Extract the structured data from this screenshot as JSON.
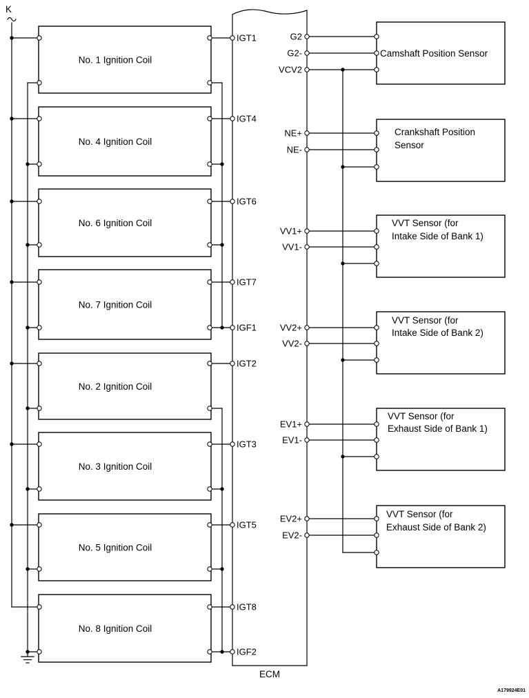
{
  "power_source": {
    "label": "K"
  },
  "ignition_coils": [
    {
      "name": "No. 1 Ignition Coil",
      "igt_pin": "IGT1"
    },
    {
      "name": "No. 4 Ignition Coil",
      "igt_pin": "IGT4"
    },
    {
      "name": "No. 6 Ignition Coil",
      "igt_pin": "IGT6"
    },
    {
      "name": "No. 7 Ignition Coil",
      "igt_pin": "IGT7"
    },
    {
      "name": "No. 2 Ignition Coil",
      "igt_pin": "IGT2"
    },
    {
      "name": "No. 3 Ignition Coil",
      "igt_pin": "IGT3"
    },
    {
      "name": "No. 5 Ignition Coil",
      "igt_pin": "IGT5"
    },
    {
      "name": "No. 8 Ignition Coil",
      "igt_pin": "IGT8"
    }
  ],
  "igf_pins": [
    "IGF1",
    "IGF2"
  ],
  "ecm": {
    "label": "ECM"
  },
  "sensors": [
    {
      "name_lines": [
        "Camshaft Position Sensor"
      ],
      "ecm_pins": [
        "G2",
        "G2-",
        "VCV2"
      ]
    },
    {
      "name_lines": [
        "Crankshaft Position",
        "Sensor"
      ],
      "ecm_pins": [
        "NE+",
        "NE-"
      ]
    },
    {
      "name_lines": [
        "VVT Sensor (for",
        "Intake Side of Bank 1)"
      ],
      "ecm_pins": [
        "VV1+",
        "VV1-"
      ]
    },
    {
      "name_lines": [
        "VVT Sensor (for",
        "Intake Side of Bank 2)"
      ],
      "ecm_pins": [
        "VV2+",
        "VV2-"
      ]
    },
    {
      "name_lines": [
        "VVT Sensor (for",
        "Exhaust Side of Bank 1)"
      ],
      "ecm_pins": [
        "EV1+",
        "EV1-"
      ]
    },
    {
      "name_lines": [
        "VVT Sensor (for",
        "Exhaust Side of Bank 2)"
      ],
      "ecm_pins": [
        "EV2+",
        "EV2-"
      ]
    }
  ],
  "figure_id": "A179924E01",
  "colors": {
    "line": "#000000",
    "background": "#ffffff"
  }
}
